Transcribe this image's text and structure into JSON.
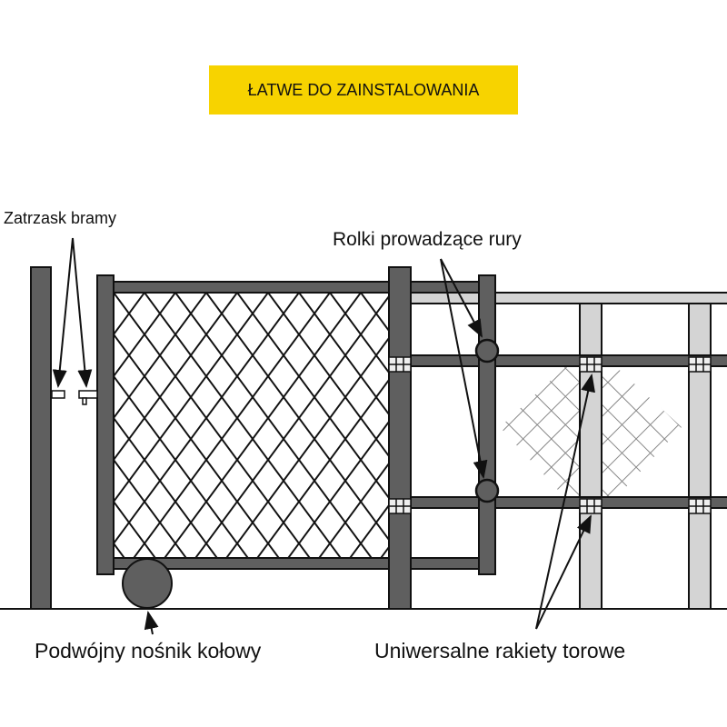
{
  "title": "ŁATWE DO ZAINSTALOWANIA",
  "labels": {
    "latch": "Zatrzask bramy",
    "rollers": "Rolki prowadzące rury",
    "wheel": "Podwójny nośnik kołowy",
    "brackets": "Uniwersalne rakiety torowe"
  },
  "colors": {
    "title_bg": "#f7d300",
    "dark_steel": "#5f5f5f",
    "light_steel": "#d4d4d4",
    "outline": "#111111"
  }
}
